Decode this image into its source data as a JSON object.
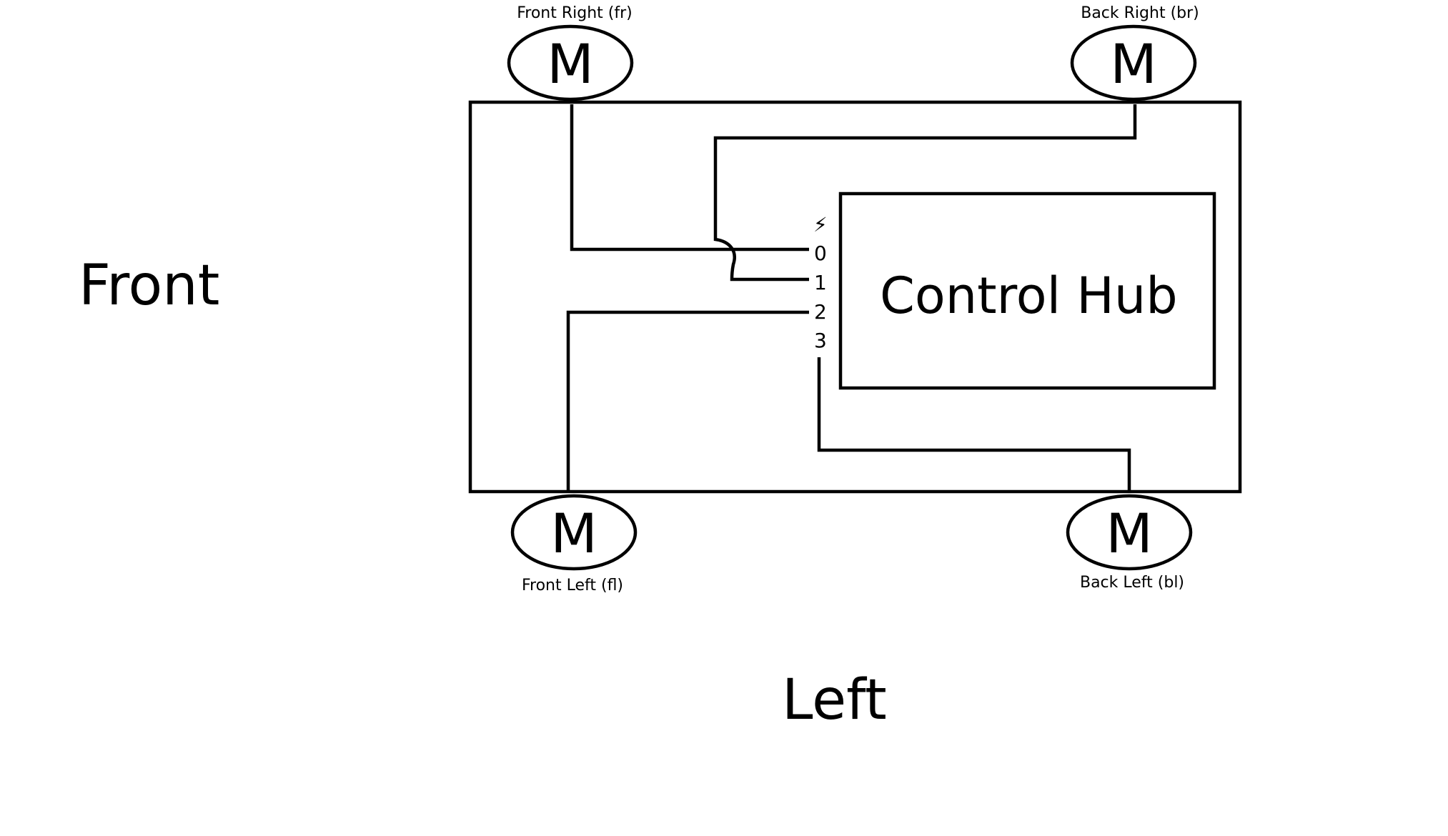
{
  "labels": {
    "front": "Front",
    "left": "Left"
  },
  "control_hub": {
    "label": "Control Hub",
    "power_symbol": "⚡",
    "ports": [
      "0",
      "1",
      "2",
      "3"
    ]
  },
  "motors": {
    "front_right": {
      "letter": "M",
      "name": "Front Right (fr)"
    },
    "back_right": {
      "letter": "M",
      "name": "Back Right (br)"
    },
    "front_left": {
      "letter": "M",
      "name": "Front Left (fl)"
    },
    "back_left": {
      "letter": "M",
      "name": "Back Left (bl)"
    }
  }
}
